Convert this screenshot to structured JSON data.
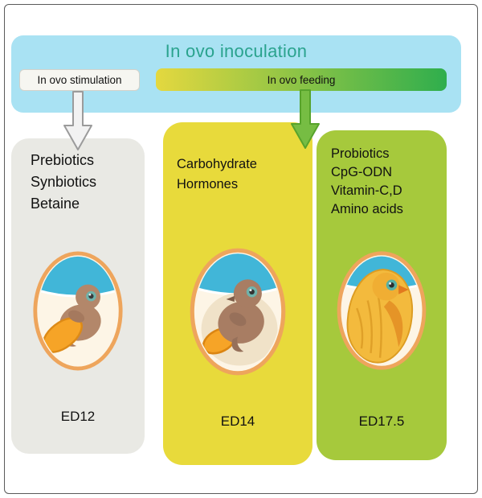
{
  "banner": {
    "title": "In ovo inoculation",
    "stimulation_label": "In ovo stimulation",
    "feeding_label": "In ovo feeding"
  },
  "panels": [
    {
      "id": "ed12",
      "items": [
        "Prebiotics",
        "Synbiotics",
        "Betaine"
      ],
      "stage_label": "ED12",
      "egg_icon": "egg-embryo-ed12-icon"
    },
    {
      "id": "ed14",
      "items": [
        "Carbohydrate",
        "Hormones"
      ],
      "stage_label": "ED14",
      "egg_icon": "egg-embryo-ed14-icon"
    },
    {
      "id": "ed175",
      "items": [
        "Probiotics",
        "CpG-ODN",
        "Vitamin-C,D",
        "Amino acids"
      ],
      "stage_label": "ED17.5",
      "egg_icon": "egg-chick-ed17-5-icon"
    }
  ],
  "icons": {
    "stimulation_arrow": "down-arrow-gray-icon",
    "feeding_arrow": "down-arrow-green-icon"
  },
  "colors": {
    "banner-blue": "#a9e2f3",
    "title-teal": "#2aa38e",
    "grad-start": "#e4d83f",
    "grad-end": "#2fae4d",
    "box-white": "#f6f6f1",
    "panel-gray": "#e9e9e4",
    "panel-yellow": "#e8da3b",
    "panel-green": "#a6c93c",
    "arrow-gray-fill": "#f2f2f2",
    "arrow-gray-edge": "#9b9b9b",
    "arrow-green": "#76bd43",
    "egg-outline": "#eea55c",
    "egg-shell": "#fdf5e6",
    "air-blue": "#41b6d8",
    "yolk-orange": "#f6a427",
    "text-dark": "#1a1a1a"
  }
}
